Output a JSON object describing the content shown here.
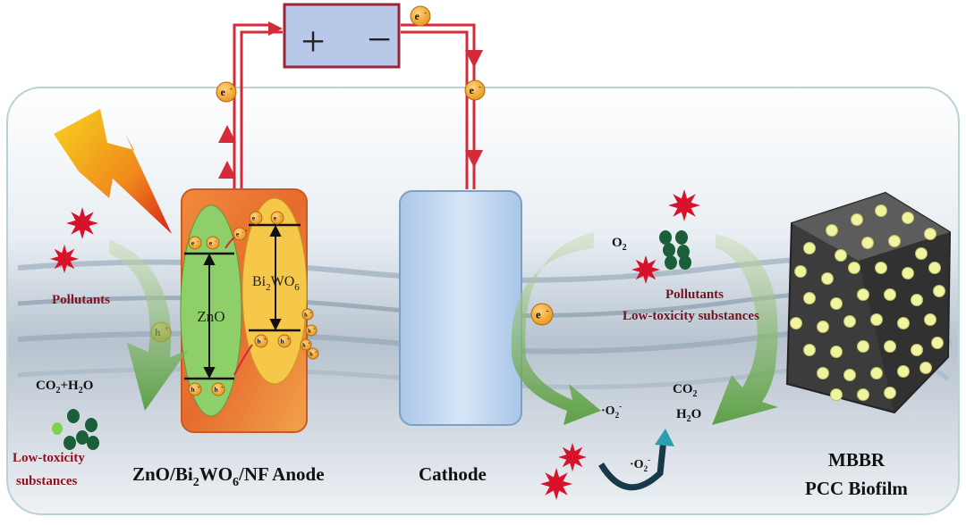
{
  "battery": {
    "plus": "+",
    "minus": "−"
  },
  "electron": "e",
  "electron_sup": "-",
  "hole": "h",
  "hole_sup": "+",
  "anode": {
    "zno": "ZnO",
    "bwo_1": "Bi",
    "bwo_2": "2",
    "bwo_3": "WO",
    "bwo_4": "6",
    "label_1": "ZnO/Bi",
    "label_2": "2",
    "label_3": "WO",
    "label_4": "6",
    "label_5": "/NF  Anode"
  },
  "cathode": {
    "label": "Cathode"
  },
  "left": {
    "pollutants": "Pollutants",
    "co2": "CO",
    "co2_sub": "2",
    "plus_h": "+H",
    "h_sub": "2",
    "o": "O",
    "low_tox_1": "Low-toxicity",
    "low_tox_2": "substances"
  },
  "right": {
    "o2": "O",
    "o2_sub": "2",
    "pollutants": "Pollutants",
    "low_tox": "Low-toxicity substances",
    "superoxide": "·O",
    "superoxide_sub": "2",
    "superoxide_sup": "-",
    "co2": "CO",
    "co2_sub": "2",
    "h2o_h": "H",
    "h2o_sub": "2",
    "h2o_o": "O",
    "superoxide2": "·O",
    "superoxide2_sub": "2",
    "superoxide2_sup": "-"
  },
  "mbbr": {
    "line1": "MBBR",
    "line2": "PCC Biofilm"
  },
  "colors": {
    "wire": "#d42a3a",
    "battery_fill": "#b8c8e8",
    "battery_border": "#9c2438",
    "electron_fill": "#f0a020",
    "zno": "#8fcf6a",
    "bwo": "#f5c84a",
    "anode": "#e8753a",
    "cathode": "#b9d3ee",
    "star": "#d8122a",
    "dot": "#1b5e3a",
    "bead": "#f0f3a0"
  }
}
